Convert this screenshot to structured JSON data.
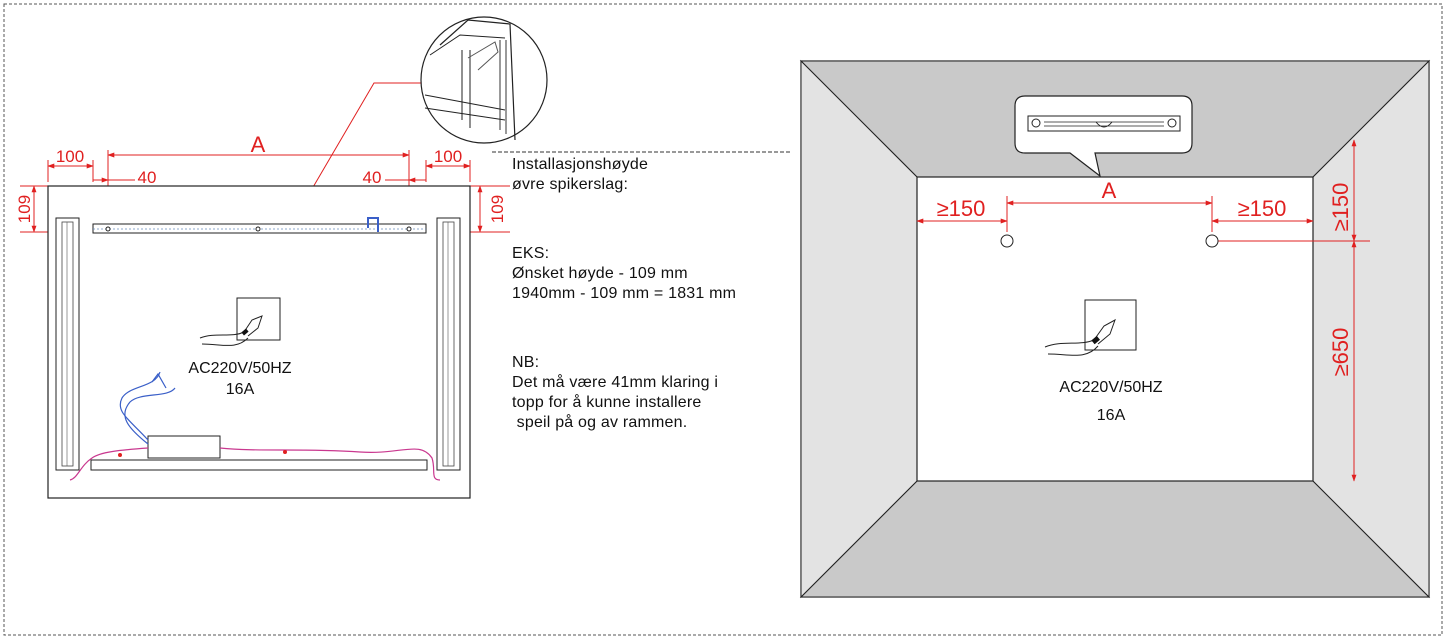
{
  "colors": {
    "dimension": "#e02020",
    "wall_dark": "#c9c9c9",
    "wall_light": "#e3e3e3",
    "wiring": "#3a5fc8",
    "cable": "#c9388f"
  },
  "left_drawing": {
    "dims": {
      "A": "A",
      "left_100": "100",
      "right_100": "100",
      "left_40": "40",
      "right_40": "40",
      "left_109": "109",
      "right_109": "109"
    },
    "outlet_label_1": "AC220V/50HZ",
    "outlet_label_2": "16A"
  },
  "notes": {
    "heading_1": "Installasjonshøyde",
    "heading_2": "øvre spikerslag:",
    "eks_label": "EKS:",
    "eks_line_1": "Ønsket høyde - 109 mm",
    "eks_line_2": "1940mm - 109 mm = 1831 mm",
    "nb_label": "NB:",
    "nb_line_1": "Det må være 41mm klaring i",
    "nb_line_2": "topp for å kunne installere",
    "nb_line_3": " speil på og av rammen."
  },
  "right_drawing": {
    "dims": {
      "A": "A",
      "left_150": "≥150",
      "right_150": "≥150",
      "top_150": "≥150",
      "height_650": "≥650"
    },
    "outlet_label_1": "AC220V/50HZ",
    "outlet_label_2": "16A"
  }
}
